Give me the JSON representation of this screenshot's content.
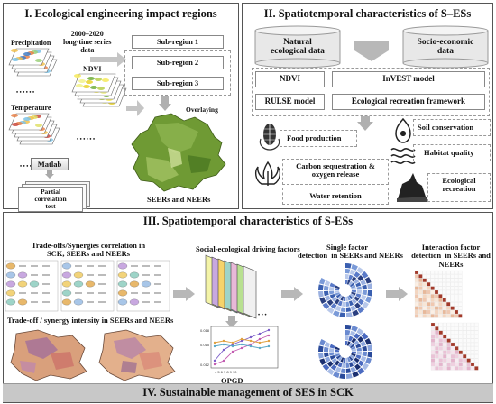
{
  "panel1": {
    "title": "I. Ecological engineering impact  regions",
    "precipitation": "Precipitation",
    "longtime": "2000–2020\nlong-time series\ndata",
    "ndvi": "NDVI",
    "temperature": "Temperature",
    "dots": "• • • • • •",
    "matlab": "Matlab",
    "partial": "Partial\ncorrelation\ntest",
    "sub1": "Sub-region 1",
    "sub2": "Sub-region 2",
    "sub3": "Sub-region 3",
    "overlaying": "Overlaying",
    "seers": "SEERs and NEERs"
  },
  "panel2": {
    "title": "II. Spatiotemporal characteristics of S–ESs",
    "natural": "Natural\necological data",
    "socio": "Socio-economic\ndata",
    "ndvi": "NDVI",
    "invest": "InVEST model",
    "rusle": "RULSE model",
    "recframe": "Ecological  recreation framework",
    "food": "Food production",
    "soil": "Soil conservation",
    "habitat": "Habitat quality",
    "carbon": "Carbon sequestration &\noxygen release",
    "water": "Water retention",
    "ecorec": "Ecological\nrecreation"
  },
  "panel3": {
    "title": "III. Spatiotemporal characteristics of S-ESs",
    "tradeoffs": "Trade-offs/Synergies correlation in\nSCK, SEERs and NEERs",
    "intensity": "Trade-off / synergy intensity  in SEERs and NEERs",
    "driving": "Social-ecological driving factors",
    "opgd": "OPGD",
    "single": "Single factor\ndetection  in SEERs and NEERs",
    "interaction": "Interaction factor\ndetection  in SEERs and\nNEERs"
  },
  "panel4": {
    "title": "IV. Sustainable management of SES in SCK"
  },
  "colors": {
    "panel4bg": "#c8c8c8",
    "map": "#5d8a2c",
    "arrow": "#b5b5b5"
  }
}
